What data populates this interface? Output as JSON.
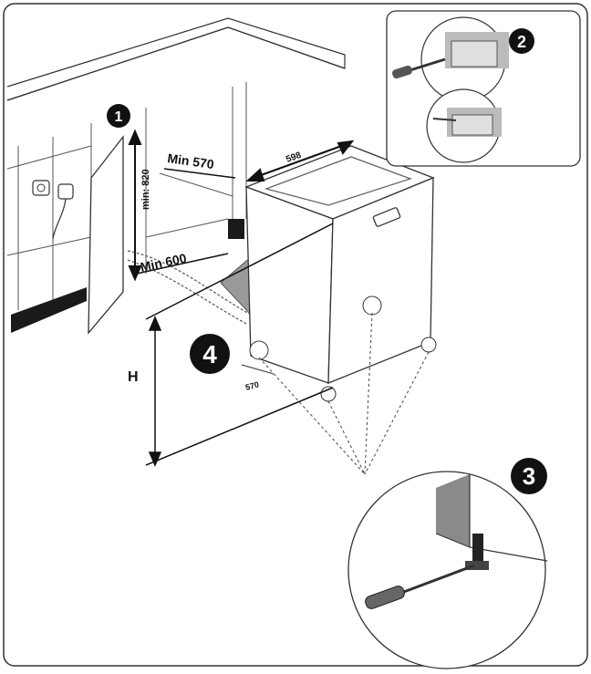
{
  "labels": {
    "min_570": "Min 570",
    "min_600": "Min 600",
    "height_820": "min: 820",
    "width_598": "598",
    "depth_570": "570",
    "h": "H"
  },
  "steps": {
    "one": "1",
    "two": "2",
    "three": "3",
    "four": "4"
  },
  "colors": {
    "line": "#222222",
    "badge": "#111111",
    "arrow_fill": "#9a9a9a",
    "plinth": "#1a1a1a"
  }
}
